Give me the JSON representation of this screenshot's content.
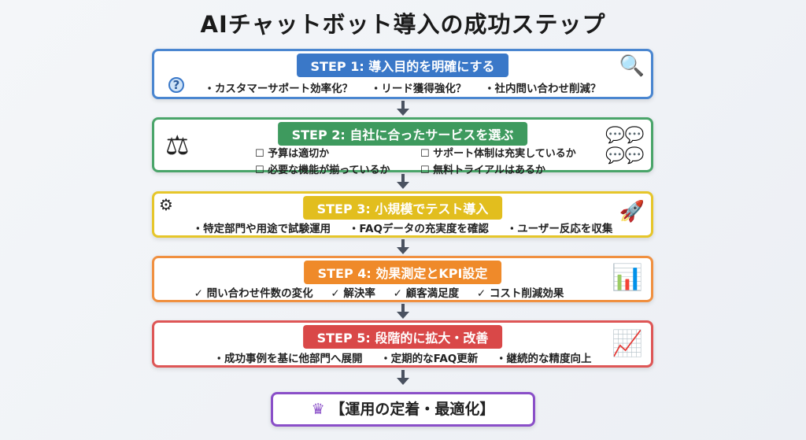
{
  "title": "AIチャットボット導入の成功ステップ",
  "colors": {
    "step1": "#3a78c8",
    "step2": "#3e9a5e",
    "step3": "#e2be1e",
    "step4": "#ef8a2a",
    "step5": "#d94848",
    "final": "#8a4fc8"
  },
  "steps": [
    {
      "label": "STEP 1: 導入目的を明確にする",
      "items": [
        "・カスタマーサポート効率化？",
        "・リード獲得強化？",
        "・社内問い合わせ削減？"
      ],
      "icons": [
        "question-icon",
        "magnifier-thought-icon"
      ]
    },
    {
      "label": "STEP 2: 自社に合ったサービスを選ぶ",
      "items": [
        "☐ 予算は適切か",
        "☐ サポート体制は充実しているか",
        "☐ 必要な機能が揃っているか",
        "☐ 無料トライアルはあるか"
      ],
      "icons": [
        "balance-scale-icon",
        "chat-apps-icon"
      ]
    },
    {
      "label": "STEP 3: 小規模でテスト導入",
      "items": [
        "・特定部門や用途で試験運用",
        "・FAQデータの充実度を確認",
        "・ユーザー反応を収集"
      ],
      "icons": [
        "gears-icon",
        "rocket-icon"
      ]
    },
    {
      "label": "STEP 4: 効果測定とKPI設定",
      "items": [
        "✓ 問い合わせ件数の変化",
        "✓ 解決率",
        "✓ 顧客満足度",
        "✓ コスト削減効果"
      ],
      "icons": [
        "dashboard-target-icon"
      ]
    },
    {
      "label": "STEP 5: 段階的に拡大・改善",
      "items": [
        "・成功事例を基に他部門へ展開",
        "・定期的なFAQ更新",
        "・継続的な精度向上"
      ],
      "icons": [
        "growth-arrow-icon"
      ]
    }
  ],
  "final": {
    "label": "【運用の定着・最適化】",
    "icon": "crown-icon"
  }
}
